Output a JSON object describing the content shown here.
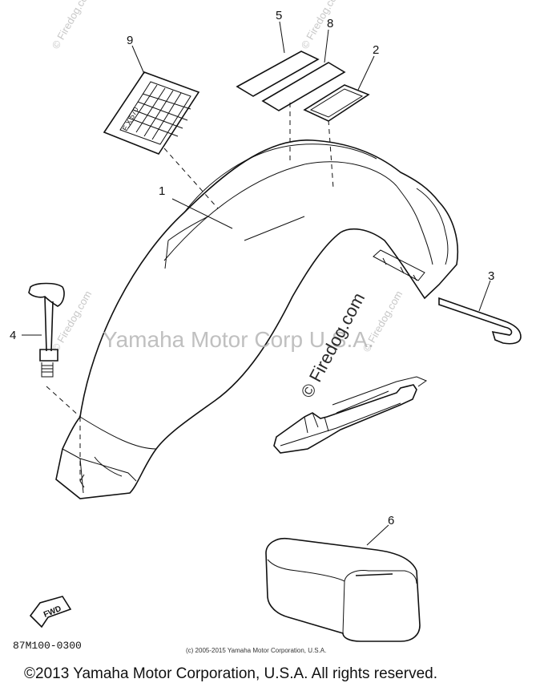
{
  "watermarks": {
    "center": "Yamaha Motor Corp U.S.A.",
    "firedog_small": "© Firedog.com",
    "firedog_main": "© Firedog.com"
  },
  "parts": [
    {
      "label": "1"
    },
    {
      "label": "2"
    },
    {
      "label": "3"
    },
    {
      "label": "4"
    },
    {
      "label": "5"
    },
    {
      "label": "6"
    },
    {
      "label": "8"
    },
    {
      "label": "9"
    }
  ],
  "decal_text": "E X 570",
  "fwd_label": "FWD",
  "drawing_number": "87M100-0300",
  "small_copyright": "(c) 2005-2015 Yamaha Motor Corporation, U.S.A.",
  "footer_copyright": "©2013 Yamaha Motor Corporation, U.S.A. All rights reserved."
}
